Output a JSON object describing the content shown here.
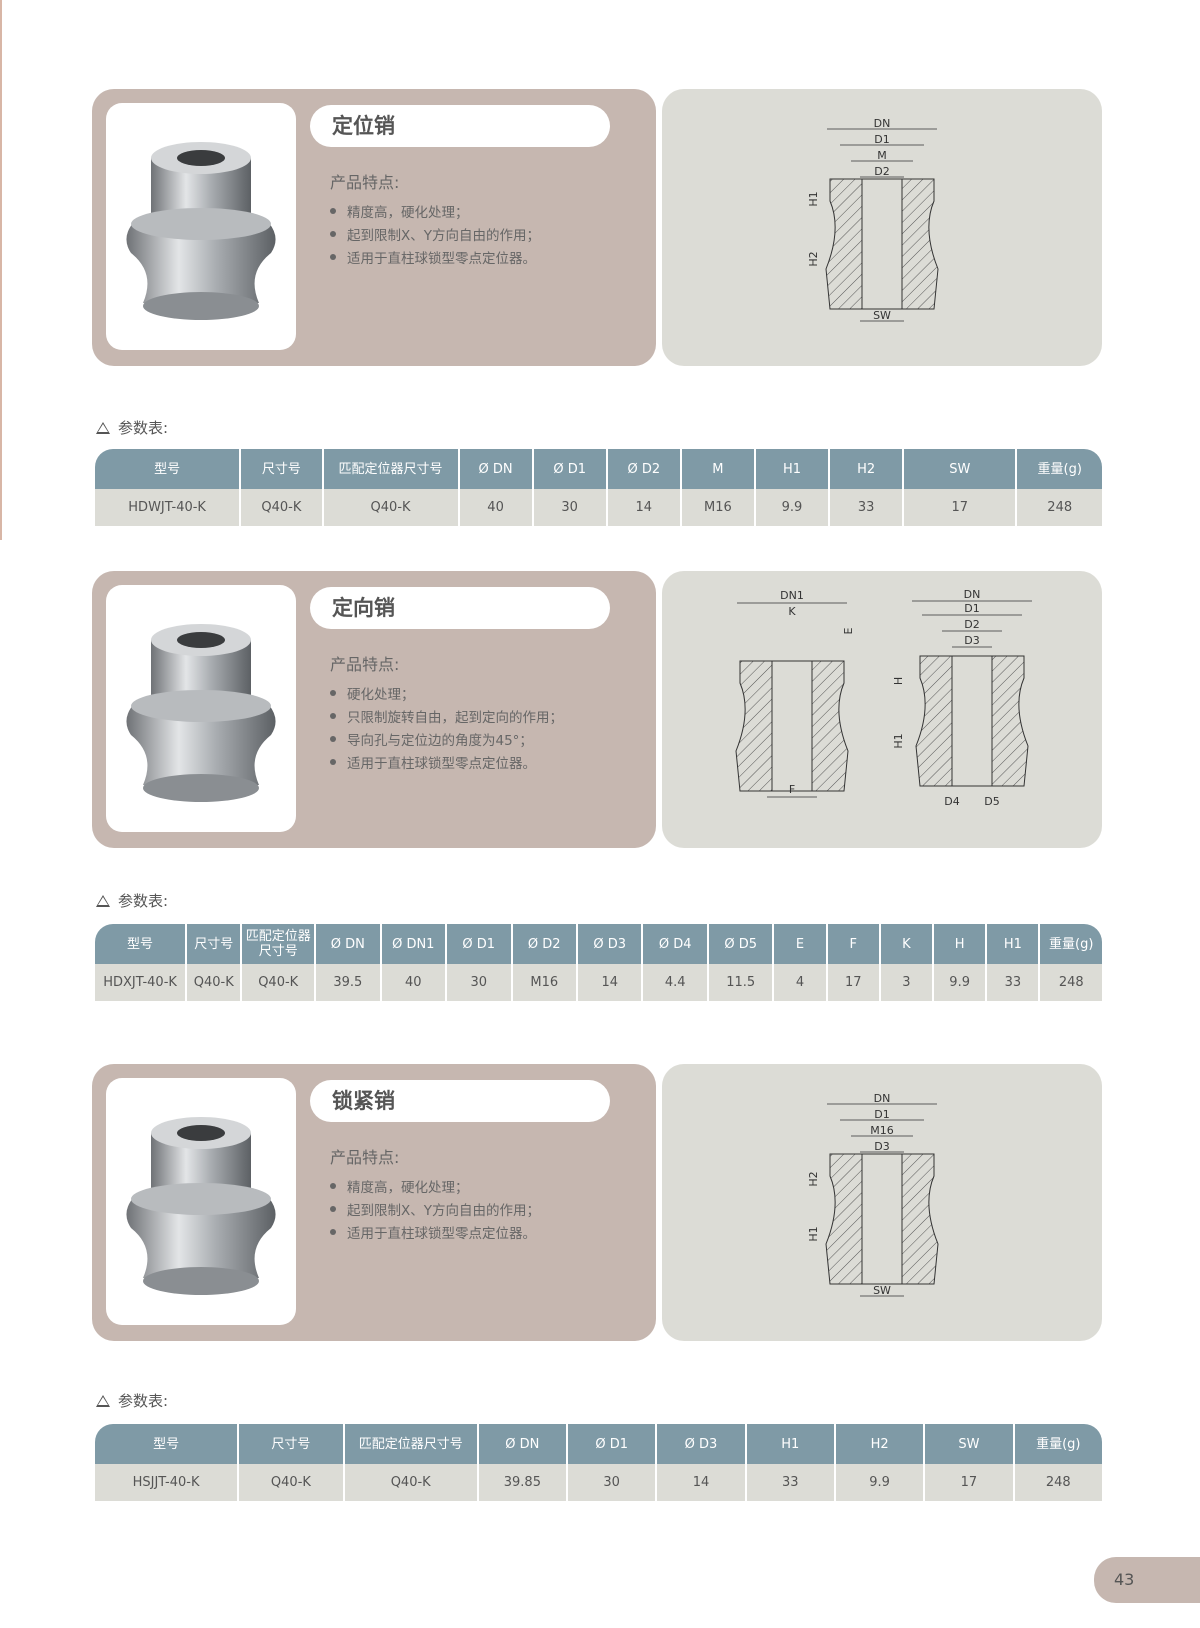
{
  "sections": [
    {
      "title": "定位销",
      "features_heading": "产品特点:",
      "features": [
        "精度高，硬化处理；",
        "起到限制X、Y方向自由的作用；",
        "适用于直柱球锁型零点定位器。"
      ],
      "diagram_labels": [
        "DN",
        "D1",
        "M",
        "D2",
        "H1",
        "H2",
        "SW"
      ],
      "params_label": "参数表:",
      "headers": [
        "型号",
        "尺寸号",
        "匹配定位器尺寸号",
        "Ø DN",
        "Ø D1",
        "Ø D2",
        "M",
        "H1",
        "H2",
        "SW",
        "重量(g)"
      ],
      "row": [
        "HDWJT-40-K",
        "Q40-K",
        "Q40-K",
        "40",
        "30",
        "14",
        "M16",
        "9.9",
        "33",
        "17",
        "248"
      ]
    },
    {
      "title": "定向销",
      "features_heading": "产品特点:",
      "features": [
        "硬化处理；",
        "只限制旋转自由，起到定向的作用；",
        "导向孔与定位边的角度为45°；",
        "适用于直柱球锁型零点定位器。"
      ],
      "diagram_labels": [
        "DN1",
        "K",
        "E",
        "F",
        "DN",
        "D1",
        "D2",
        "D3",
        "H",
        "H1",
        "D4",
        "D5"
      ],
      "params_label": "参数表:",
      "headers": [
        "型号",
        "尺寸号",
        "匹配定位器尺寸号",
        "Ø DN",
        "Ø DN1",
        "Ø D1",
        "Ø D2",
        "Ø D3",
        "Ø D4",
        "Ø D5",
        "E",
        "F",
        "K",
        "H",
        "H1",
        "重量(g)"
      ],
      "row": [
        "HDXJT-40-K",
        "Q40-K",
        "Q40-K",
        "39.5",
        "40",
        "30",
        "M16",
        "14",
        "4.4",
        "11.5",
        "4",
        "17",
        "3",
        "9.9",
        "33",
        "248"
      ]
    },
    {
      "title": "锁紧销",
      "features_heading": "产品特点:",
      "features": [
        "精度高，硬化处理；",
        "起到限制X、Y方向自由的作用；",
        "适用于直柱球锁型零点定位器。"
      ],
      "diagram_labels": [
        "DN",
        "D1",
        "M16",
        "D3",
        "H2",
        "H1",
        "SW"
      ],
      "params_label": "参数表:",
      "headers": [
        "型号",
        "尺寸号",
        "匹配定位器尺寸号",
        "Ø DN",
        "Ø D1",
        "Ø D3",
        "H1",
        "H2",
        "SW",
        "重量(g)"
      ],
      "row": [
        "HSJJT-40-K",
        "Q40-K",
        "Q40-K",
        "39.85",
        "30",
        "14",
        "33",
        "9.9",
        "17",
        "248"
      ]
    }
  ],
  "page_number": "43"
}
